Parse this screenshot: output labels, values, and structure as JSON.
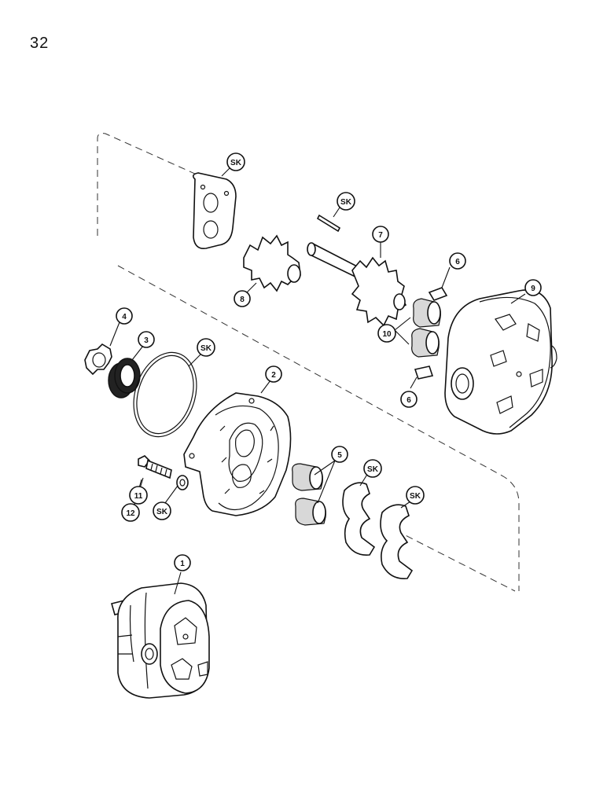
{
  "page": {
    "number": "32"
  },
  "callouts": [
    {
      "id": "1",
      "label": "1",
      "part": "pump-assembly"
    },
    {
      "id": "2",
      "label": "2",
      "part": "front-cover"
    },
    {
      "id": "3",
      "label": "3",
      "part": "shaft-seal"
    },
    {
      "id": "4",
      "label": "4",
      "part": "retaining-ring"
    },
    {
      "id": "5",
      "label": "5",
      "part": "front-bushing"
    },
    {
      "id": "6a",
      "label": "6",
      "part": "dowel-pin-upper"
    },
    {
      "id": "6b",
      "label": "6",
      "part": "dowel-pin-lower"
    },
    {
      "id": "7",
      "label": "7",
      "part": "drive-gear"
    },
    {
      "id": "8",
      "label": "8",
      "part": "driven-gear"
    },
    {
      "id": "9",
      "label": "9",
      "part": "pump-body"
    },
    {
      "id": "10",
      "label": "10",
      "part": "rear-bushing"
    },
    {
      "id": "11",
      "label": "11",
      "part": "cap-screw"
    },
    {
      "id": "12",
      "label": "12",
      "part": "washer"
    },
    {
      "id": "sk1",
      "label": "SK",
      "part": "rear-gasket"
    },
    {
      "id": "sk2",
      "label": "SK",
      "part": "key"
    },
    {
      "id": "sk3",
      "label": "SK",
      "part": "o-ring"
    },
    {
      "id": "sk4",
      "label": "SK",
      "part": "seal-washer"
    },
    {
      "id": "sk5",
      "label": "SK",
      "part": "wear-plate-seal-1"
    },
    {
      "id": "sk6",
      "label": "SK",
      "part": "wear-plate-seal-2"
    }
  ]
}
